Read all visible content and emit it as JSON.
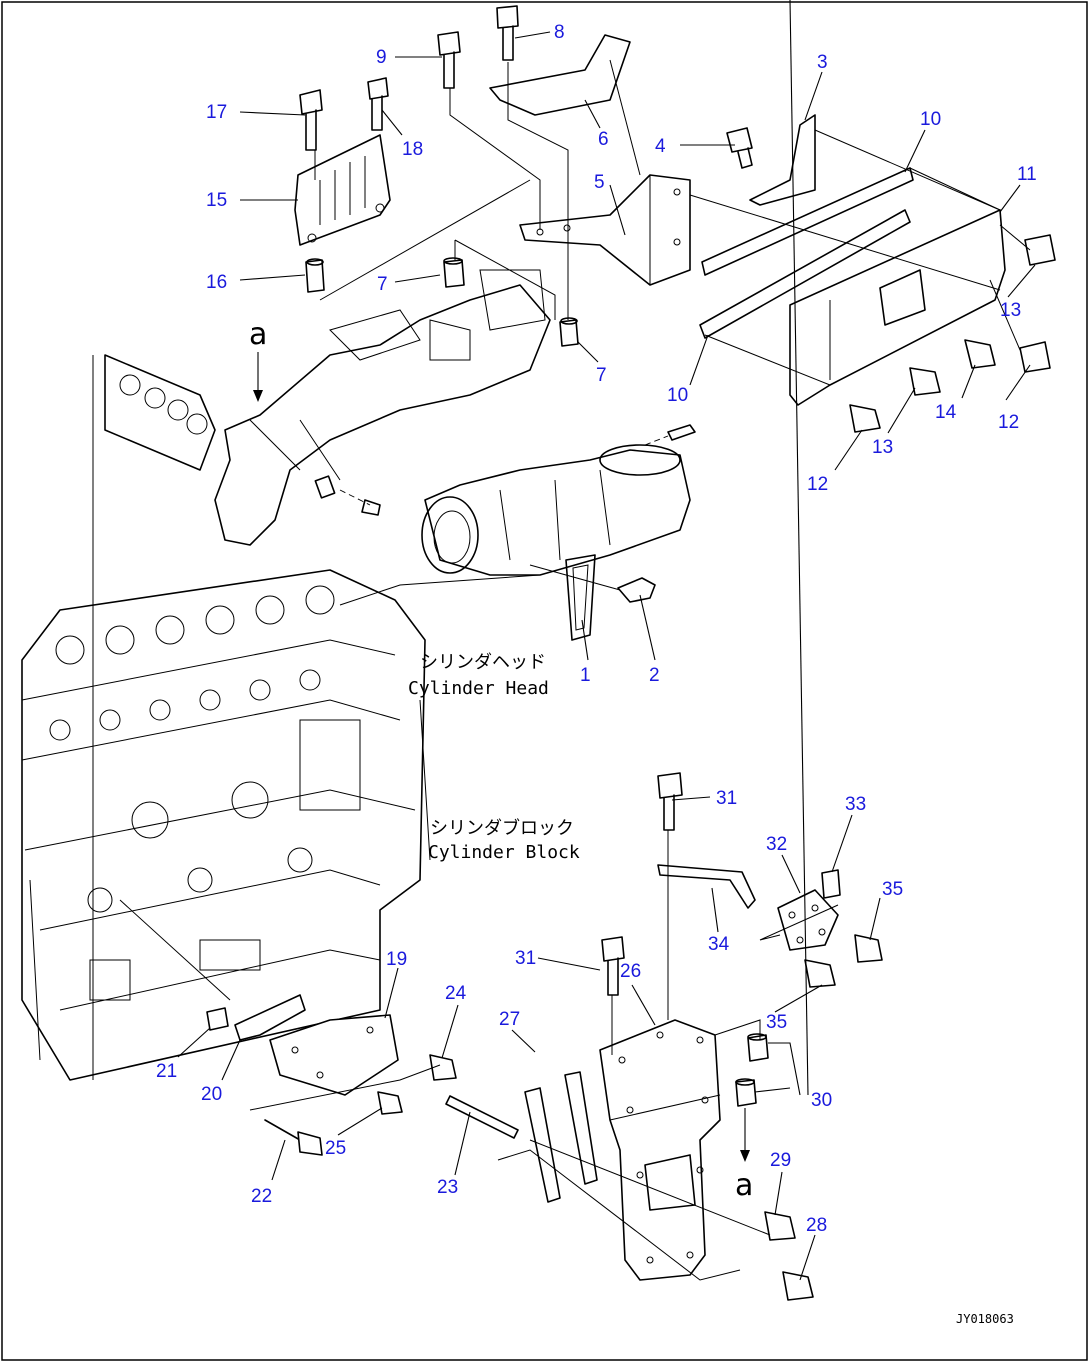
{
  "callouts": [
    {
      "id": "c1",
      "text": "1"
    },
    {
      "id": "c2",
      "text": "2"
    },
    {
      "id": "c3",
      "text": "3"
    },
    {
      "id": "c4",
      "text": "4"
    },
    {
      "id": "c5",
      "text": "5"
    },
    {
      "id": "c6",
      "text": "6"
    },
    {
      "id": "c7a",
      "text": "7"
    },
    {
      "id": "c7b",
      "text": "7"
    },
    {
      "id": "c8",
      "text": "8"
    },
    {
      "id": "c9",
      "text": "9"
    },
    {
      "id": "c10a",
      "text": "10"
    },
    {
      "id": "c10b",
      "text": "10"
    },
    {
      "id": "c11",
      "text": "11"
    },
    {
      "id": "c12a",
      "text": "12"
    },
    {
      "id": "c12b",
      "text": "12"
    },
    {
      "id": "c13a",
      "text": "13"
    },
    {
      "id": "c13b",
      "text": "13"
    },
    {
      "id": "c14",
      "text": "14"
    },
    {
      "id": "c15",
      "text": "15"
    },
    {
      "id": "c16",
      "text": "16"
    },
    {
      "id": "c17",
      "text": "17"
    },
    {
      "id": "c18",
      "text": "18"
    },
    {
      "id": "c19",
      "text": "19"
    },
    {
      "id": "c20",
      "text": "20"
    },
    {
      "id": "c21",
      "text": "21"
    },
    {
      "id": "c22",
      "text": "22"
    },
    {
      "id": "c23",
      "text": "23"
    },
    {
      "id": "c24",
      "text": "24"
    },
    {
      "id": "c25",
      "text": "25"
    },
    {
      "id": "c26",
      "text": "26"
    },
    {
      "id": "c27",
      "text": "27"
    },
    {
      "id": "c28",
      "text": "28"
    },
    {
      "id": "c29",
      "text": "29"
    },
    {
      "id": "c30",
      "text": "30"
    },
    {
      "id": "c31a",
      "text": "31"
    },
    {
      "id": "c31b",
      "text": "31"
    },
    {
      "id": "c32",
      "text": "32"
    },
    {
      "id": "c33",
      "text": "33"
    },
    {
      "id": "c34",
      "text": "34"
    },
    {
      "id": "c35a",
      "text": "35"
    },
    {
      "id": "c35b",
      "text": "35"
    }
  ],
  "labels": {
    "cylinder_head_jp": "シリンダヘッド",
    "cylinder_head_en": "Cylinder Head",
    "cylinder_block_jp": "シリンダブロック",
    "cylinder_block_en": "Cylinder Block",
    "view_top": "a",
    "view_bottom": "a",
    "doc_id": "JY018063"
  },
  "colors": {
    "callout": "#1a1adc",
    "line": "#000000",
    "background": "#ffffff"
  }
}
